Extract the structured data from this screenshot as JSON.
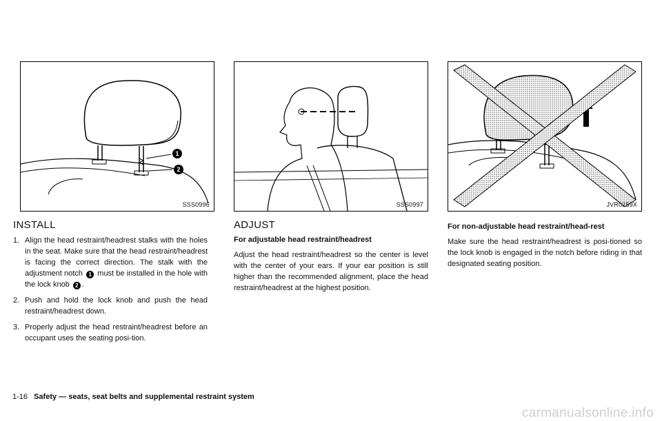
{
  "figures": [
    {
      "code": "SSS0996",
      "callouts": [
        "1",
        "2"
      ]
    },
    {
      "code": "SSS0997"
    },
    {
      "code": "JVR0259X"
    }
  ],
  "install": {
    "heading": "INSTALL",
    "steps": [
      {
        "num": "1.",
        "text_a": "Align the head restraint/headrest stalks with the holes in the seat. Make sure that the head restraint/headrest is facing the correct direction. The stalk with the adjustment notch",
        "knob1": "1",
        "text_b": "must be installed in the hole with the lock knob",
        "knob2": "2",
        "text_c": "."
      },
      {
        "num": "2.",
        "text": "Push and hold the lock knob and push the head restraint/headrest down."
      },
      {
        "num": "3.",
        "text": "Properly adjust the head restraint/headrest before an occupant uses the seating posi-tion."
      }
    ]
  },
  "adjust": {
    "heading": "ADJUST",
    "subheading": "For adjustable head restraint/headrest",
    "body": "Adjust the head restraint/headrest so the center is level with the center of your ears. If your ear position is still higher than the recommended alignment, place the head restraint/headrest at the highest position."
  },
  "nonadjustable": {
    "subheading": "For non-adjustable head restraint/head-rest",
    "body": "Make sure the head restraint/headrest is posi-tioned so the lock knob is engaged in the notch before riding in that designated seating position."
  },
  "footer": {
    "page_number": "1-16",
    "title": "Safety — seats, seat belts and supplemental restraint system"
  },
  "watermark": "carmanualsonline.info"
}
